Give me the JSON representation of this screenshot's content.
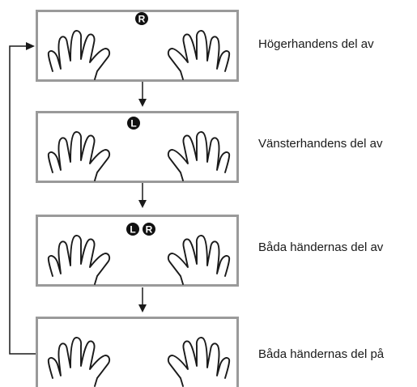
{
  "steps": [
    {
      "caption": "Högerhandens del av",
      "badges": [
        "R"
      ]
    },
    {
      "caption": "Vänsterhandens del av",
      "badges": [
        "L"
      ]
    },
    {
      "caption": "Båda händernas del av",
      "badges": [
        "L",
        "R"
      ]
    },
    {
      "caption": "Båda händernas del på",
      "badges": []
    }
  ],
  "colors": {
    "frame": "#9a9a9a",
    "ink": "#1a1a1a",
    "badge": "#111111"
  },
  "icons": {
    "hands": "left-and-right-hand-outline-icon",
    "right_badge": "right-hand-badge-icon",
    "left_badge": "left-hand-badge-icon",
    "down_arrow": "down-arrow-icon",
    "loop_arrow": "loop-back-arrow-icon"
  }
}
